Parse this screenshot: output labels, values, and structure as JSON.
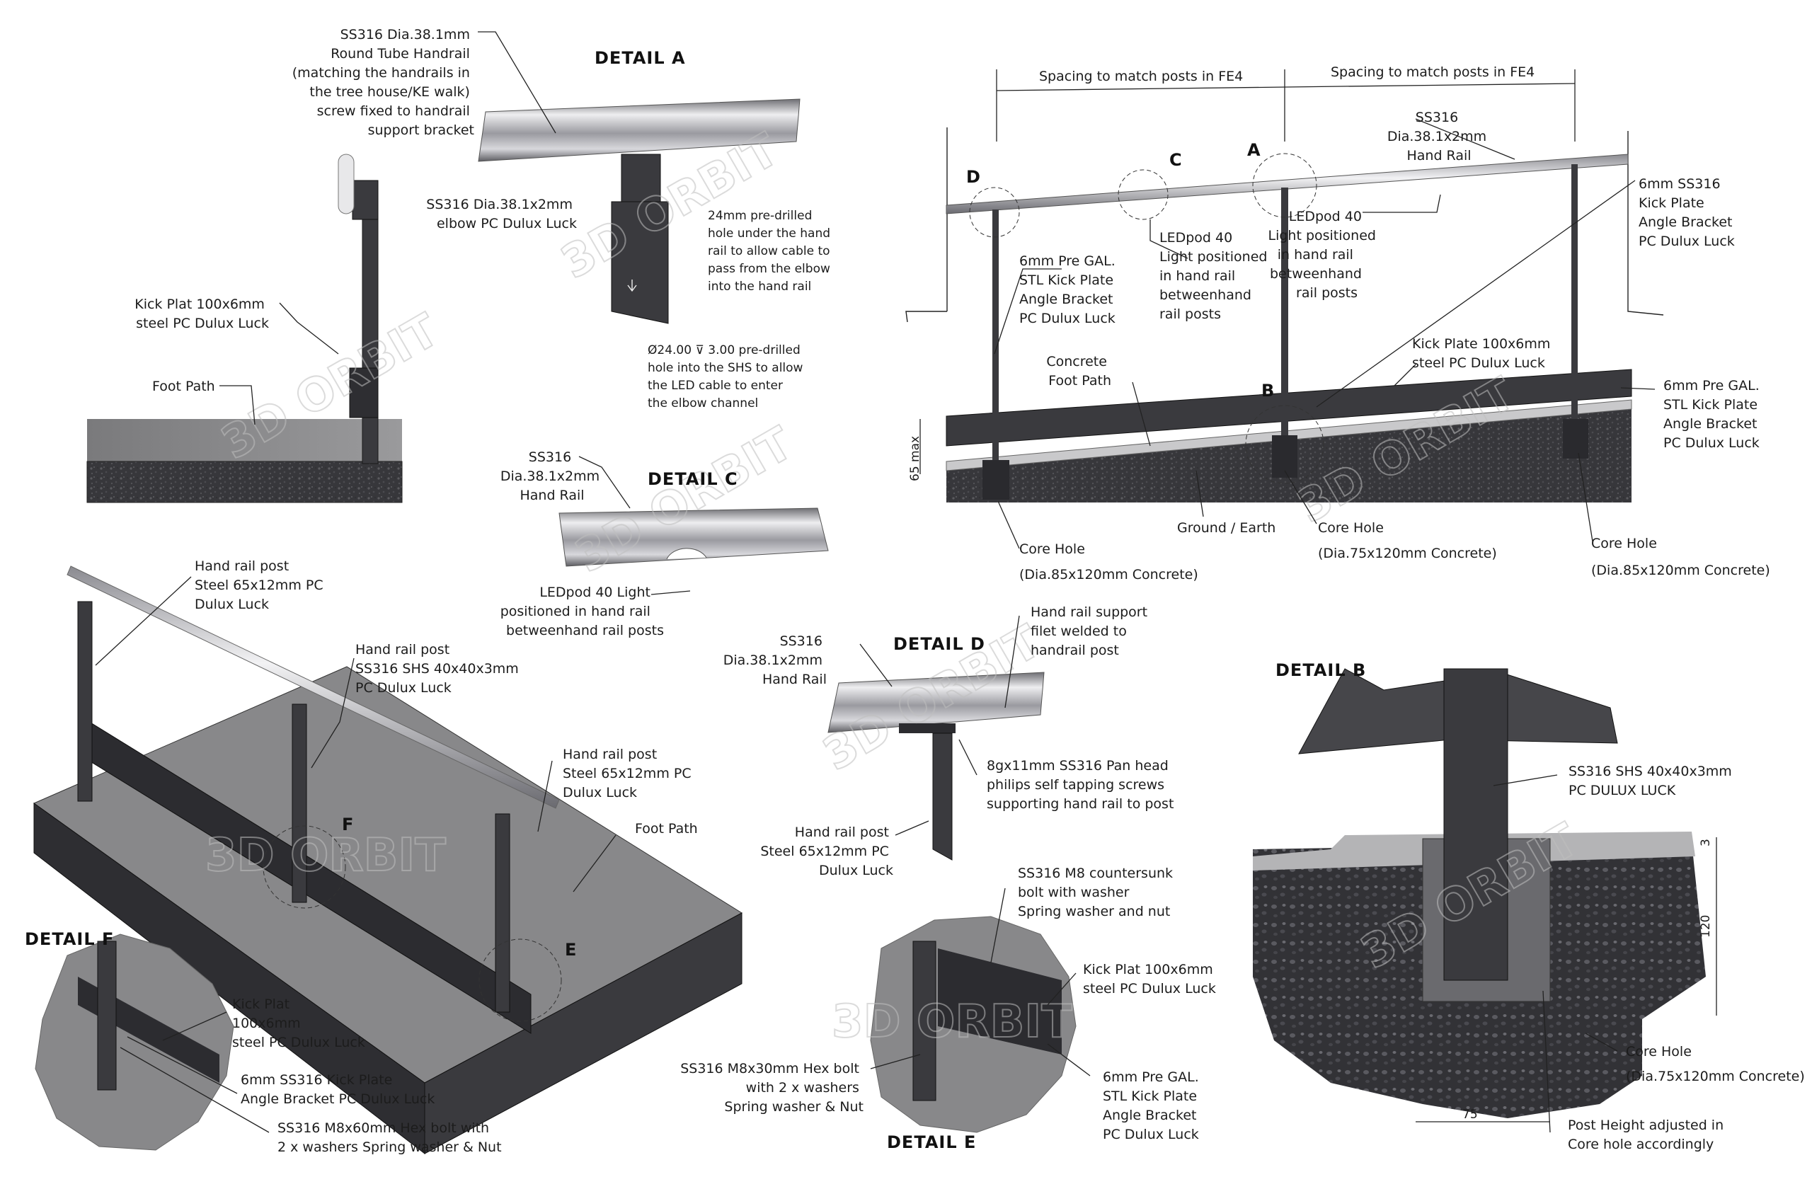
{
  "colors": {
    "steel": "#3a3a3e",
    "steel_dark": "#2a2a2e",
    "concrete": "#8a8a8a",
    "earth": "#3d3d40",
    "rail_light": "#e4e4e6",
    "rail_dark": "#7b7b80",
    "watermark": "#bfbfbf"
  },
  "watermark": "3D ORBIT",
  "titles": {
    "detail_a": "DETAIL A",
    "detail_b": "DETAIL B",
    "detail_c": "DETAIL C",
    "detail_d": "DETAIL D",
    "detail_e": "DETAIL E",
    "detail_f": "DETAIL F"
  },
  "section_view": {
    "handrail": [
      "SS316 Dia.38.1mm",
      "Round Tube Handrail",
      "(matching the handrails in",
      "the tree house/KE walk)",
      "screw fixed to handrail",
      "support bracket"
    ],
    "kick_plate": [
      "Kick Plat 100x6mm",
      "steel PC Dulux Luck"
    ],
    "foot_path": "Foot Path"
  },
  "detail_a": {
    "elbow": [
      "SS316 Dia.38.1x2mm",
      "elbow PC Dulux Luck"
    ],
    "hole": [
      "24mm pre-drilled",
      "hole under the hand",
      "rail to allow cable to",
      "pass from the elbow",
      "into the hand rail"
    ],
    "drill": [
      "Ø24.00 ⊽ 3.00 pre-drilled",
      "hole into the SHS to allow",
      "the LED cable to enter",
      "the elbow channel"
    ]
  },
  "detail_c": {
    "rail": [
      "SS316",
      "Dia.38.1x2mm",
      "Hand Rail"
    ],
    "led": [
      "LEDpod 40 Light",
      "positioned in hand rail",
      "betweenhand rail posts"
    ]
  },
  "elevation": {
    "spacing_left": "Spacing to match posts in FE4",
    "spacing_right": "Spacing to match posts in FE4",
    "marker_a": "A",
    "marker_b": "B",
    "marker_c": "C",
    "marker_d": "D",
    "rail": [
      "SS316",
      "Dia.38.1x2mm",
      "Hand Rail"
    ],
    "led_right": [
      "LEDpod 40",
      "Light positioned",
      "in hand rail",
      "betweenhand",
      "rail posts"
    ],
    "led_mid": [
      "LEDpod 40",
      "Light positioned",
      "in hand rail",
      "betweenhand",
      "rail posts"
    ],
    "angle_left": [
      "6mm Pre GAL.",
      "STL Kick Plate",
      "Angle Bracket",
      "PC Dulux Luck"
    ],
    "angle_top_right": [
      "6mm SS316",
      "Kick Plate",
      "Angle Bracket",
      "PC Dulux Luck"
    ],
    "angle_right": [
      "6mm Pre GAL.",
      "STL Kick Plate",
      "Angle Bracket",
      "PC Dulux Luck"
    ],
    "concrete": [
      "Concrete",
      "Foot Path"
    ],
    "kick": [
      "Kick Plate 100x6mm",
      "steel PC Dulux Luck"
    ],
    "height_dim": "65 max",
    "ground": "Ground / Earth",
    "core_left": [
      "Core Hole",
      "(Dia.85x120mm Concrete)"
    ],
    "core_mid": [
      "Core Hole",
      "(Dia.75x120mm Concrete)"
    ],
    "core_right": [
      "Core Hole",
      "(Dia.85x120mm Concrete)"
    ]
  },
  "iso_view": {
    "post_top": [
      "Hand rail post",
      "Steel 65x12mm PC",
      "Dulux Luck"
    ],
    "post_mid": [
      "Hand rail post",
      "SS316 SHS 40x40x3mm",
      "PC Dulux Luck"
    ],
    "post_right": [
      "Hand rail post",
      "Steel 65x12mm PC",
      "Dulux Luck"
    ],
    "foot_path": "Foot Path",
    "marker_f": "F",
    "marker_e": "E"
  },
  "detail_f": {
    "kick": [
      "Kick Plat",
      "100x6mm",
      "steel PC Dulux Luck"
    ],
    "bracket": [
      "6mm SS316 Kick Plate",
      "Angle Bracket PC Dulux Luck"
    ],
    "bolt": [
      "SS316 M8x60mm Hex bolt with",
      "2 x washers Spring washer & Nut"
    ]
  },
  "detail_d": {
    "rail": [
      "SS316",
      "Dia.38.1x2mm",
      "Hand Rail"
    ],
    "support": [
      "Hand rail support",
      "filet welded to",
      "handrail post"
    ],
    "screws": [
      "8gx11mm SS316 Pan head",
      "philips self tapping screws",
      "supporting hand rail to post"
    ],
    "post": [
      "Hand rail post",
      "Steel 65x12mm PC",
      "Dulux Luck"
    ]
  },
  "detail_e": {
    "bolt_top": [
      "SS316 M8 countersunk",
      "bolt with washer",
      "Spring washer and nut"
    ],
    "kick": [
      "Kick Plat 100x6mm",
      "steel PC Dulux Luck"
    ],
    "bolt_left": [
      "SS316 M8x30mm Hex bolt",
      "with 2 x washers",
      "Spring washer & Nut"
    ],
    "bracket": [
      "6mm Pre GAL.",
      "STL Kick Plate",
      "Angle Bracket",
      "PC Dulux Luck"
    ]
  },
  "detail_b": {
    "post": [
      "SS316 SHS 40x40x3mm",
      "PC DULUX LUCK"
    ],
    "core": [
      "Core Hole",
      "(Dia.75x120mm Concrete)"
    ],
    "adjust": [
      "Post Height adjusted in",
      "Core hole accordingly"
    ],
    "dim_3": "3",
    "dim_120": "120",
    "dim_75": "75"
  }
}
